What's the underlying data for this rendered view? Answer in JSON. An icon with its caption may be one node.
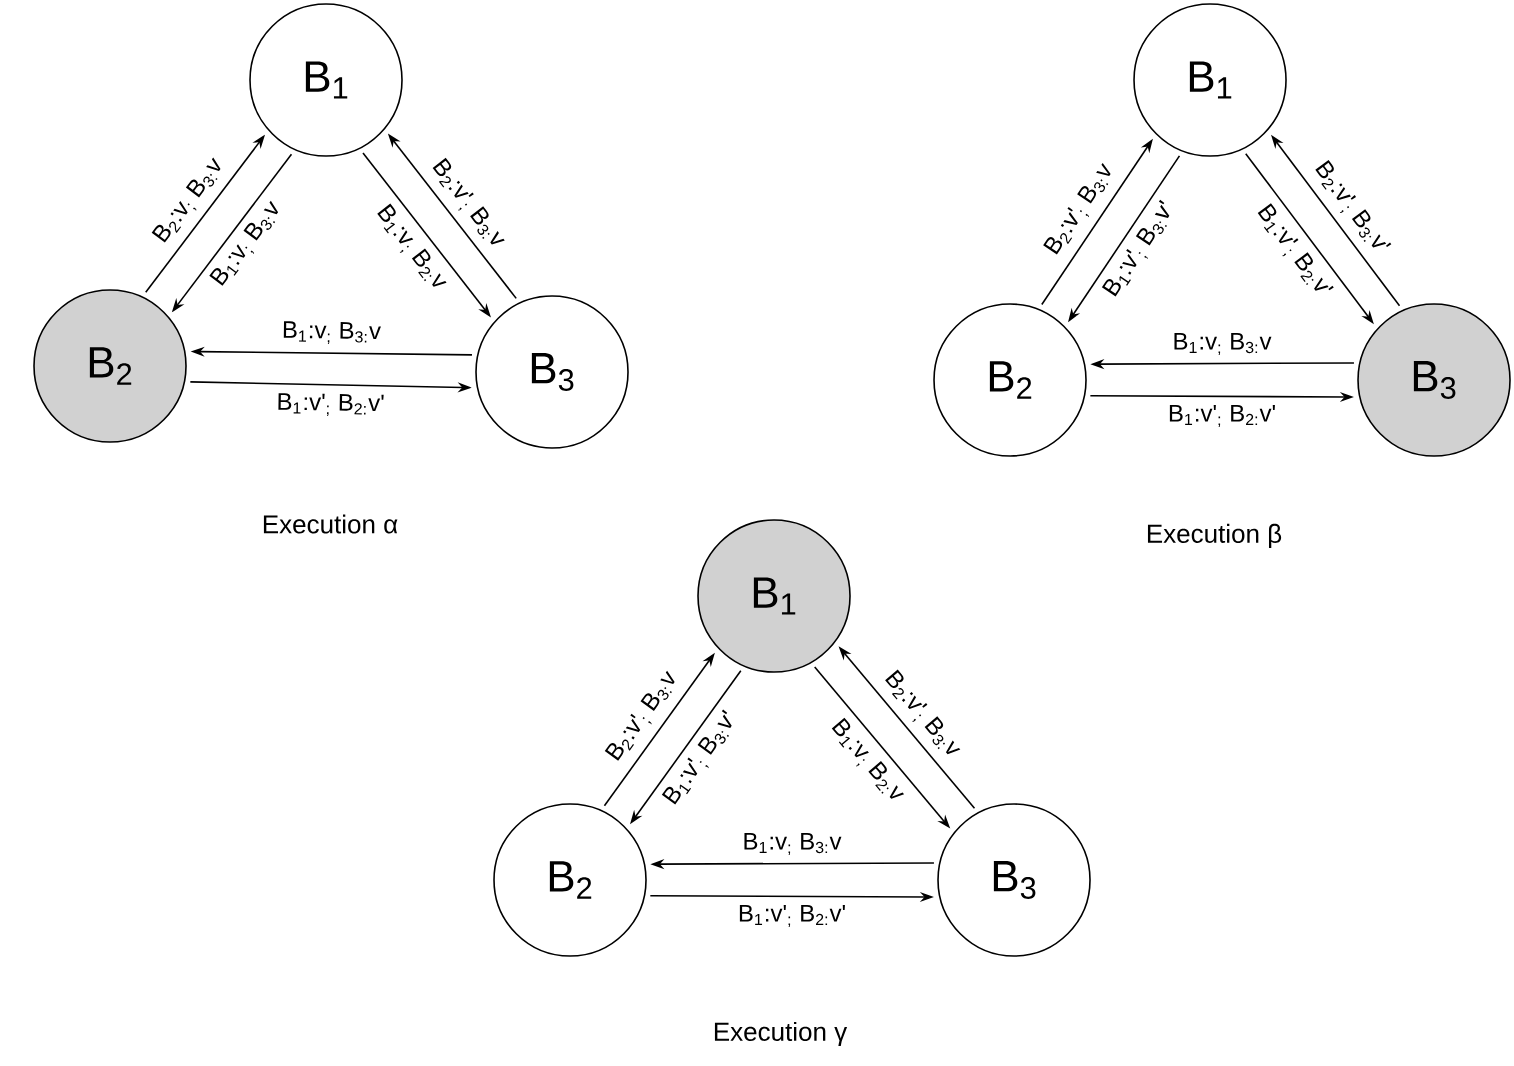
{
  "diagram": {
    "nodes": [
      {
        "text": [
          "B$_{1}$"
        ]
      },
      {
        "text": [
          "B$_{2}$"
        ]
      },
      {
        "text": [
          "B$_{3}$"
        ]
      },
      {
        "text": [
          "B$_{1}$"
        ]
      },
      {
        "text": [
          "B$_{2}$"
        ]
      },
      {
        "text": [
          "B$_{3}$"
        ]
      },
      {
        "text": [
          "B$_{1}$"
        ]
      },
      {
        "text": [
          "B$_{2}$"
        ]
      },
      {
        "text": [
          "B$_{3}$"
        ]
      }
    ],
    "edges": [
      {
        "from": 1,
        "to": 0,
        "arrow": "to",
        "label": "B$_{2}$:v$_{;}$ B$_{3:}$v"
      },
      {
        "from": 0,
        "to": 1,
        "arrow": "to",
        "label": "B$_{1}$:v$_{;}$ B$_{3:}$v"
      },
      {
        "from": 0,
        "to": 2,
        "arrow": "to",
        "label": "B$_{1}$:v$_{;}$ B$_{2:}$v"
      },
      {
        "from": 2,
        "to": 0,
        "arrow": "to",
        "label": "B$_{2}$:v'$_{;}$ B$_{3:}$v"
      },
      {
        "from": 2,
        "to": 1,
        "arrow": "to",
        "label": "B$_{1}$:v$_{;}$ B$_{3:}$v"
      },
      {
        "from": 1,
        "to": 2,
        "arrow": "to",
        "label": "B$_{1}$:v'$_{;}$ B$_{2:}$v'"
      },
      {
        "from": 4,
        "to": 3,
        "arrow": "to",
        "label": "B$_{2}$:v'$_{;}$ B$_{3:}$v"
      },
      {
        "from": 3,
        "to": 4,
        "arrow": "to",
        "label": "B$_{1}$:v'$_{;}$ B$_{3:}$v'"
      },
      {
        "from": 3,
        "to": 5,
        "arrow": "to",
        "label": "B$_{1}$:v'$_{;}$ B$_{2:}$v'"
      },
      {
        "from": 5,
        "to": 3,
        "arrow": "to",
        "label": "B$_{2}$:v'$_{;}$ B$_{3:}$v'"
      },
      {
        "from": 5,
        "to": 4,
        "arrow": "to",
        "label": "B$_{1}$:v$_{;}$ B$_{3:}$v"
      },
      {
        "from": 4,
        "to": 5,
        "arrow": "to",
        "label": "B$_{1}$:v'$_{;}$ B$_{2:}$v'"
      },
      {
        "from": 7,
        "to": 6,
        "arrow": "to",
        "label": "B$_{2}$:v'$_{;}$ B$_{3:}$v"
      },
      {
        "from": 6,
        "to": 7,
        "arrow": "to",
        "label": "B$_{1}$:v'$_{;}$ B$_{3:}$v'"
      },
      {
        "from": 6,
        "to": 8,
        "arrow": "to",
        "label": "B$_{1}$:v$_{;}$ B$_{2:}$v"
      },
      {
        "from": 8,
        "to": 6,
        "arrow": "to",
        "label": "B$_{2}$:v'$_{;}$ B$_{3:}$v"
      },
      {
        "from": 8,
        "to": 7,
        "arrow": "to",
        "label": "B$_{1}$:v$_{;}$ B$_{3:}$v"
      },
      {
        "from": 7,
        "to": 8,
        "arrow": "to",
        "label": "B$_{1}$:v'$_{;}$ B$_{2:}$v'"
      }
    ],
    "labels": [
      "Execution α",
      "Execution β",
      "Execution γ"
    ]
  }
}
